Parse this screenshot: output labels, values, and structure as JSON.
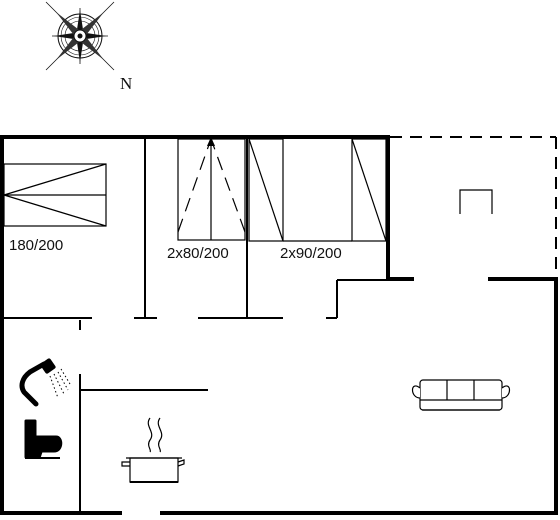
{
  "compass": {
    "north_label": "N",
    "icon": "compass-rose-icon"
  },
  "rooms": {
    "bedroom_1": {
      "bed_size": "180/200",
      "icon": "double-bed-icon"
    },
    "bedroom_2": {
      "bed_size": "2x80/200",
      "icon": "bunk-bed-icon"
    },
    "bedroom_3": {
      "bed_size": "2x90/200",
      "icon": "bunk-bed-icon"
    },
    "terrace": {
      "icon": "chair-icon"
    },
    "bathroom": {
      "icons": [
        "shower-icon",
        "toilet-icon"
      ]
    },
    "kitchen": {
      "icon": "cooking-pot-icon"
    },
    "living_room": {
      "icon": "sofa-icon"
    }
  },
  "colors": {
    "wall": "#000000",
    "fixture": "#111111",
    "background": "#ffffff"
  }
}
